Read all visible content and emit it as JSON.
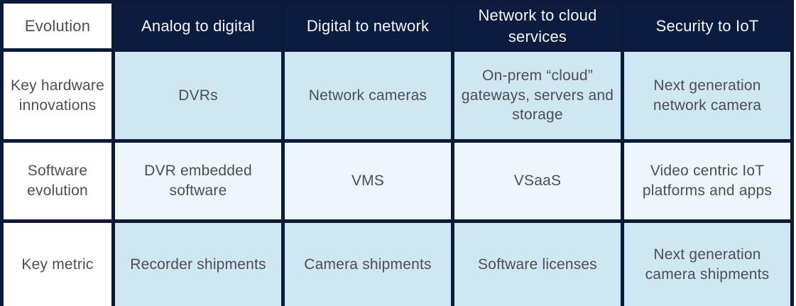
{
  "table": {
    "header": {
      "corner": "Evolution",
      "columns": [
        "Analog to digital",
        "Digital to network",
        "Network to cloud services",
        "Security to IoT"
      ]
    },
    "rows": [
      {
        "label": "Key hardware innovations",
        "cells": [
          "DVRs",
          "Network cameras",
          "On-prem “cloud” gateways, servers and storage",
          "Next generation network camera"
        ]
      },
      {
        "label": "Software evolution",
        "cells": [
          "DVR embedded software",
          "VMS",
          "VSaaS",
          "Video centric IoT platforms and apps"
        ]
      },
      {
        "label": "Key metric",
        "cells": [
          "Recorder shipments",
          "Camera shipments",
          "Software licenses",
          "Next generation camera shipments"
        ]
      }
    ]
  },
  "colors": {
    "header_bg": "#0b1c3e",
    "grid_border": "#0a1a38",
    "row_odd_cell_bg": "#cfe7f3",
    "row_even_cell_bg": "#edf6fb",
    "label_cell_bg": "#ffffff",
    "body_text": "#4c4e54",
    "header_text": "#f5f7fa"
  }
}
